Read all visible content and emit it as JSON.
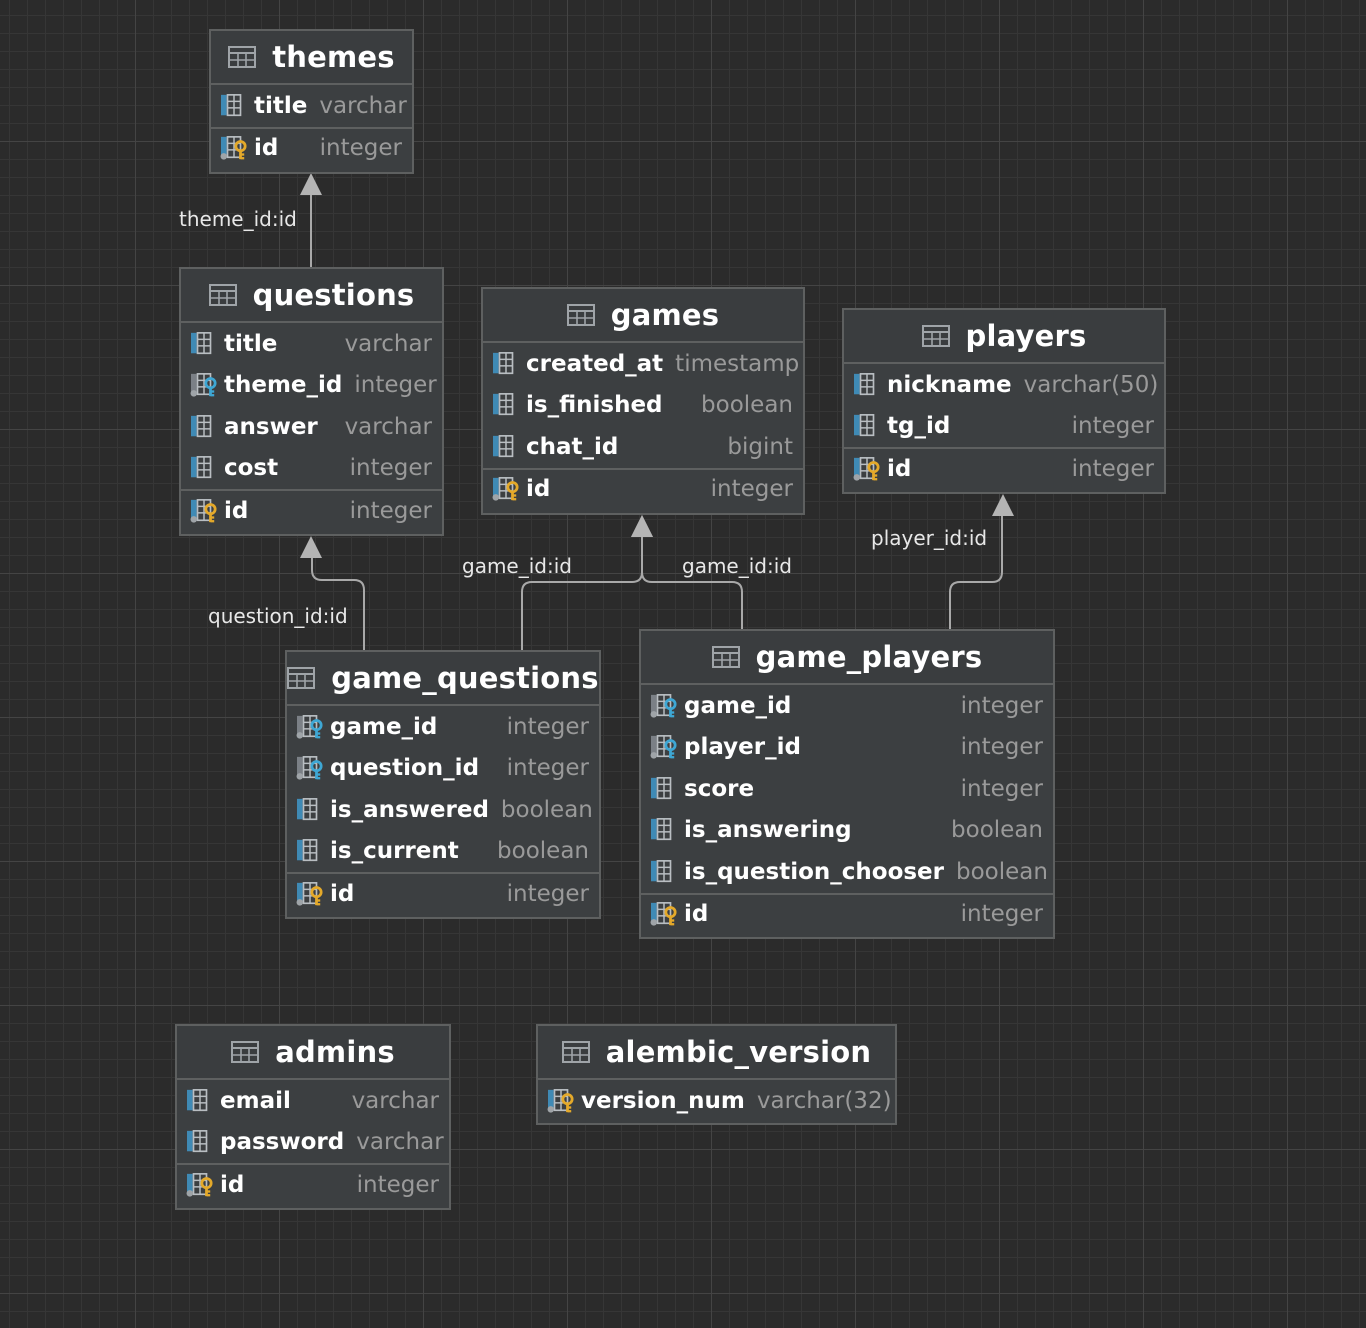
{
  "tables": [
    {
      "key": "themes",
      "name": "themes",
      "columns": [
        {
          "name": "title",
          "type": "varchar",
          "kind": "col"
        }
      ],
      "pk": {
        "name": "id",
        "type": "integer"
      }
    },
    {
      "key": "questions",
      "name": "questions",
      "columns": [
        {
          "name": "title",
          "type": "varchar",
          "kind": "col"
        },
        {
          "name": "theme_id",
          "type": "integer",
          "kind": "fk"
        },
        {
          "name": "answer",
          "type": "varchar",
          "kind": "col"
        },
        {
          "name": "cost",
          "type": "integer",
          "kind": "col"
        }
      ],
      "pk": {
        "name": "id",
        "type": "integer"
      }
    },
    {
      "key": "games",
      "name": "games",
      "columns": [
        {
          "name": "created_at",
          "type": "timestamp",
          "kind": "col"
        },
        {
          "name": "is_finished",
          "type": "boolean",
          "kind": "col"
        },
        {
          "name": "chat_id",
          "type": "bigint",
          "kind": "col"
        }
      ],
      "pk": {
        "name": "id",
        "type": "integer"
      }
    },
    {
      "key": "players",
      "name": "players",
      "columns": [
        {
          "name": "nickname",
          "type": "varchar(50)",
          "kind": "col"
        },
        {
          "name": "tg_id",
          "type": "integer",
          "kind": "col"
        }
      ],
      "pk": {
        "name": "id",
        "type": "integer"
      }
    },
    {
      "key": "game_questions",
      "name": "game_questions",
      "columns": [
        {
          "name": "game_id",
          "type": "integer",
          "kind": "fk"
        },
        {
          "name": "question_id",
          "type": "integer",
          "kind": "fk"
        },
        {
          "name": "is_answered",
          "type": "boolean",
          "kind": "col"
        },
        {
          "name": "is_current",
          "type": "boolean",
          "kind": "col"
        }
      ],
      "pk": {
        "name": "id",
        "type": "integer"
      }
    },
    {
      "key": "game_players",
      "name": "game_players",
      "columns": [
        {
          "name": "game_id",
          "type": "integer",
          "kind": "fk"
        },
        {
          "name": "player_id",
          "type": "integer",
          "kind": "fk"
        },
        {
          "name": "score",
          "type": "integer",
          "kind": "col"
        },
        {
          "name": "is_answering",
          "type": "boolean",
          "kind": "col"
        },
        {
          "name": "is_question_chooser",
          "type": "boolean",
          "kind": "col"
        }
      ],
      "pk": {
        "name": "id",
        "type": "integer"
      }
    },
    {
      "key": "admins",
      "name": "admins",
      "columns": [
        {
          "name": "email",
          "type": "varchar",
          "kind": "col"
        },
        {
          "name": "password",
          "type": "varchar",
          "kind": "col"
        }
      ],
      "pk": {
        "name": "id",
        "type": "integer"
      }
    },
    {
      "key": "alembic_version",
      "name": "alembic_version",
      "columns": [],
      "pk": {
        "name": "version_num",
        "type": "varchar(32)"
      }
    }
  ],
  "edges": [
    {
      "key": "theme",
      "label": "theme_id:id"
    },
    {
      "key": "question",
      "label": "question_id:id"
    },
    {
      "key": "gq_game",
      "label": "game_id:id"
    },
    {
      "key": "gp_game",
      "label": "game_id:id"
    },
    {
      "key": "player",
      "label": "player_id:id"
    }
  ],
  "colors": {
    "background": "#2b2b2b",
    "table_fill": "#3c3f41",
    "table_border": "#5e6060",
    "column_name": "#ffffff",
    "column_type": "#9a9a9a",
    "edge": "#a9a9a9",
    "key_gold": "#e4a92a",
    "key_blue": "#3ea7d4",
    "column_icon_blue": "#3f8ab5"
  },
  "icons": {
    "table": "table-icon",
    "column": "column-icon",
    "primary_key": "primary-key-icon",
    "foreign_key": "foreign-key-icon"
  }
}
